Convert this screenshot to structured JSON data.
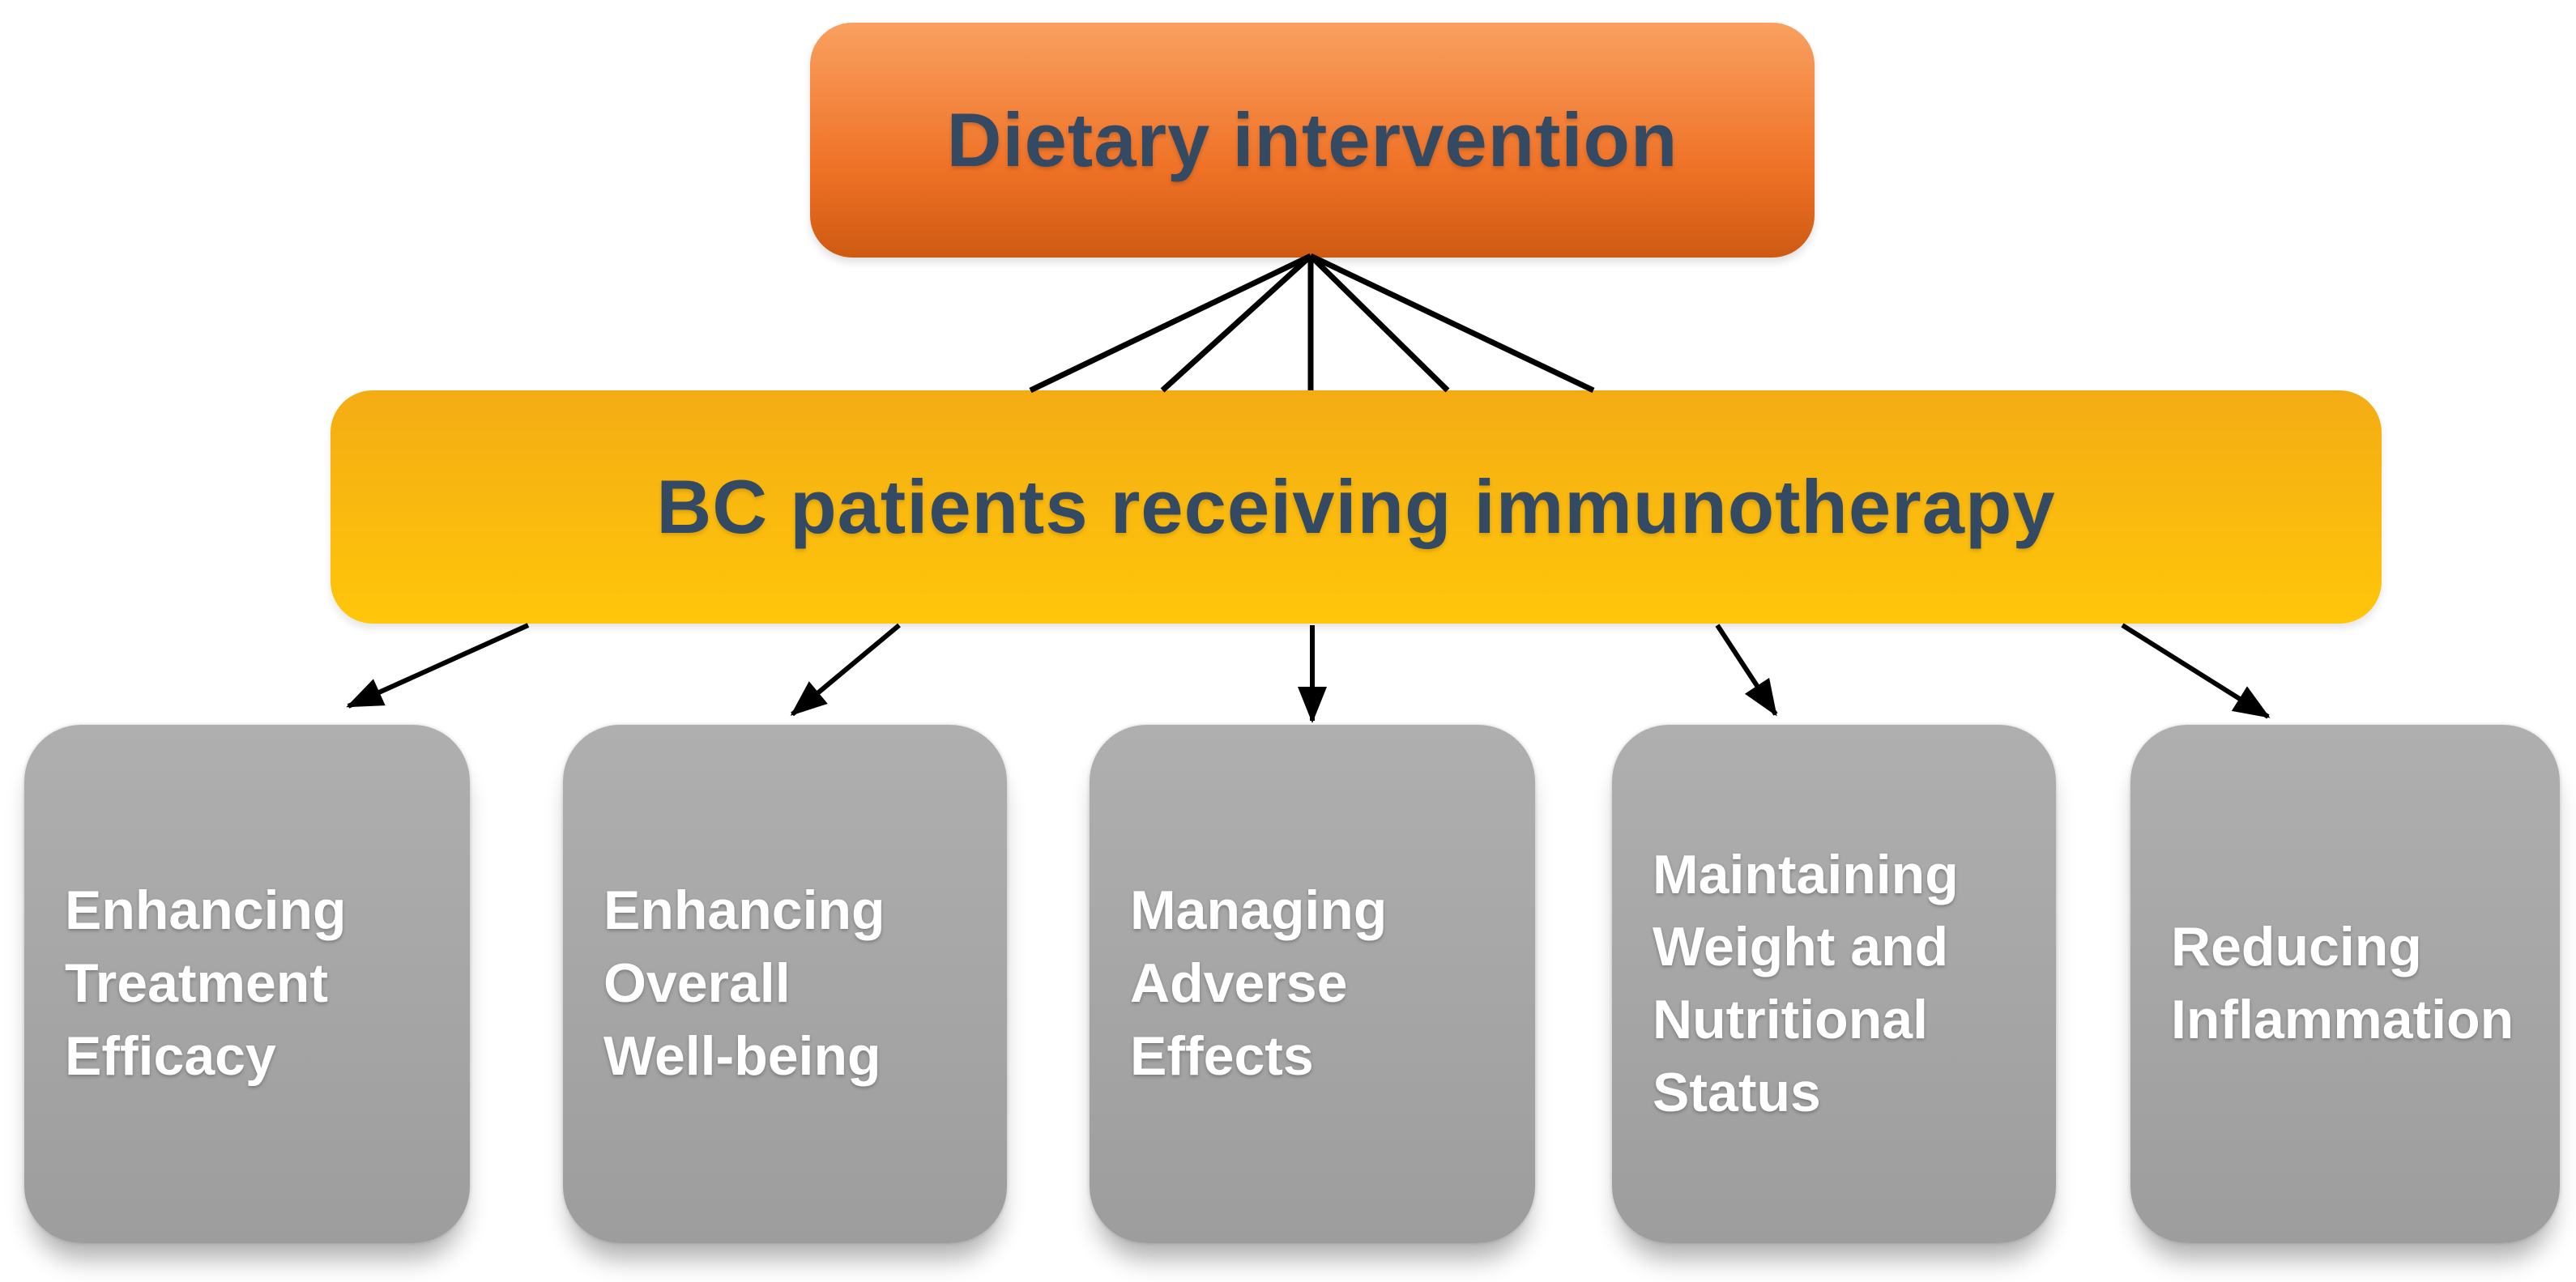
{
  "colors": {
    "background": "#FFFFFF",
    "orange_top": "#F9A060",
    "orange_mid": "#EF7226",
    "orange_bottom": "#CE5A12",
    "yellow_top": "#F4AC14",
    "yellow_bottom": "#FFC60A",
    "gray_top": "#AFAFAF",
    "gray_bottom": "#9D9D9D",
    "node_text_dark": "#344A63",
    "node_text_light": "#FFFFFF",
    "arrow": "#000000"
  },
  "diagram": {
    "root": {
      "label": "Dietary intervention"
    },
    "population": {
      "label": "BC patients receiving immunotherapy"
    },
    "outcomes": [
      {
        "label": "Enhancing\nTreatment\nEfficacy"
      },
      {
        "label": "Enhancing\nOverall\nWell-being"
      },
      {
        "label": "Managing\nAdverse\nEffects"
      },
      {
        "label": "Maintaining\nWeight and\nNutritional\nStatus"
      },
      {
        "label": "Reducing\nInflammation"
      }
    ]
  }
}
